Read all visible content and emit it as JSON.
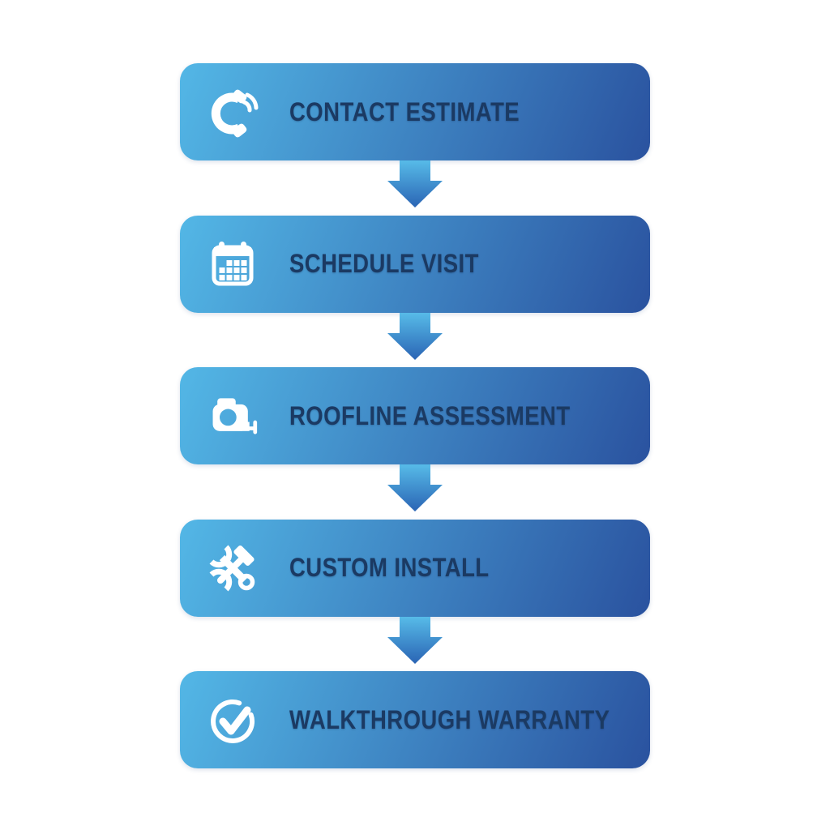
{
  "theme": {
    "background": "#ffffff",
    "box_gradient_start": "#53b7e6",
    "box_gradient_end": "#2a529f",
    "arrow_gradient_start": "#57bbe8",
    "arrow_gradient_end": "#2a64b4",
    "label_color": "#1b3a63",
    "icon_color": "#ffffff"
  },
  "flow": {
    "steps": [
      {
        "label": "CONTACT ESTIMATE",
        "icon": "phone-icon"
      },
      {
        "label": "SCHEDULE VISIT",
        "icon": "calendar-icon"
      },
      {
        "label": "ROOFLINE ASSESSMENT",
        "icon": "measuring-tape-icon"
      },
      {
        "label": "CUSTOM INSTALL",
        "icon": "tools-icon"
      },
      {
        "label": "WALKTHROUGH WARRANTY",
        "icon": "check-circle-icon"
      }
    ]
  }
}
